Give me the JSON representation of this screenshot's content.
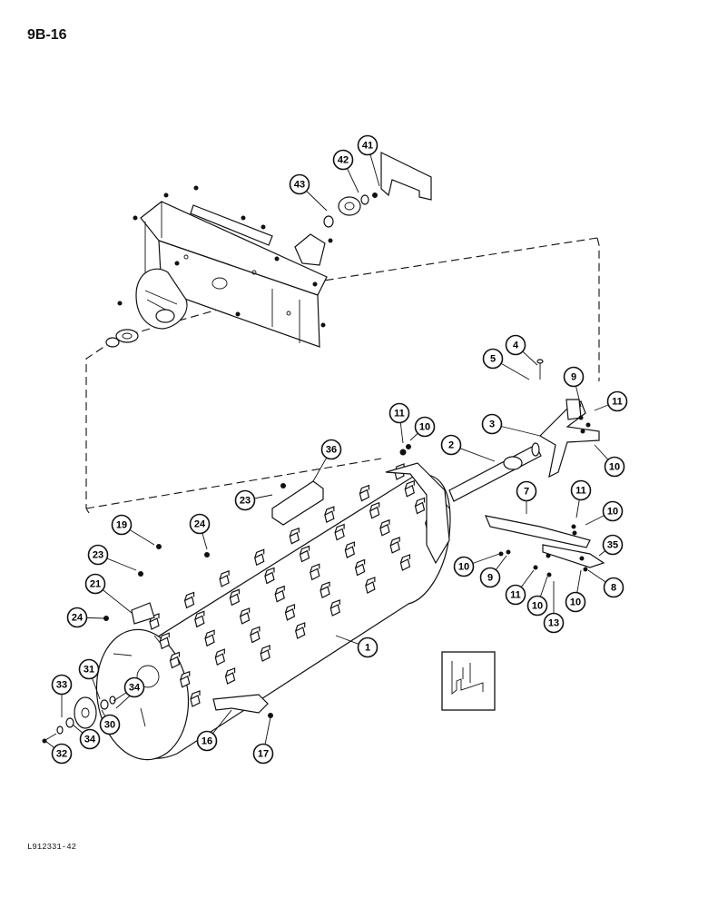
{
  "page": {
    "number": "9B-16",
    "figure_code": "L912331-42"
  },
  "callouts": [
    {
      "id": "c41",
      "label": "41"
    },
    {
      "id": "c42",
      "label": "42"
    },
    {
      "id": "c43",
      "label": "43"
    },
    {
      "id": "c4",
      "label": "4"
    },
    {
      "id": "c5",
      "label": "5"
    },
    {
      "id": "c9a",
      "label": "9"
    },
    {
      "id": "c11a",
      "label": "11"
    },
    {
      "id": "c3",
      "label": "3"
    },
    {
      "id": "c10a",
      "label": "10"
    },
    {
      "id": "c11b",
      "label": "11"
    },
    {
      "id": "c10b",
      "label": "10"
    },
    {
      "id": "c2",
      "label": "2"
    },
    {
      "id": "c36",
      "label": "36"
    },
    {
      "id": "c23a",
      "label": "23"
    },
    {
      "id": "c7",
      "label": "7"
    },
    {
      "id": "c11c",
      "label": "11"
    },
    {
      "id": "c10c",
      "label": "10"
    },
    {
      "id": "c19",
      "label": "19"
    },
    {
      "id": "c24a",
      "label": "24"
    },
    {
      "id": "c35",
      "label": "35"
    },
    {
      "id": "c23b",
      "label": "23"
    },
    {
      "id": "c10d",
      "label": "10"
    },
    {
      "id": "c9b",
      "label": "9"
    },
    {
      "id": "c8",
      "label": "8"
    },
    {
      "id": "c21",
      "label": "21"
    },
    {
      "id": "c11d",
      "label": "11"
    },
    {
      "id": "c10e",
      "label": "10"
    },
    {
      "id": "c10f",
      "label": "10"
    },
    {
      "id": "c13",
      "label": "13"
    },
    {
      "id": "c24b",
      "label": "24"
    },
    {
      "id": "c1",
      "label": "1"
    },
    {
      "id": "c31",
      "label": "31"
    },
    {
      "id": "c33",
      "label": "33"
    },
    {
      "id": "c34a",
      "label": "34"
    },
    {
      "id": "c30",
      "label": "30"
    },
    {
      "id": "c34b",
      "label": "34"
    },
    {
      "id": "c16",
      "label": "16"
    },
    {
      "id": "c17",
      "label": "17"
    },
    {
      "id": "c32",
      "label": "32"
    }
  ]
}
